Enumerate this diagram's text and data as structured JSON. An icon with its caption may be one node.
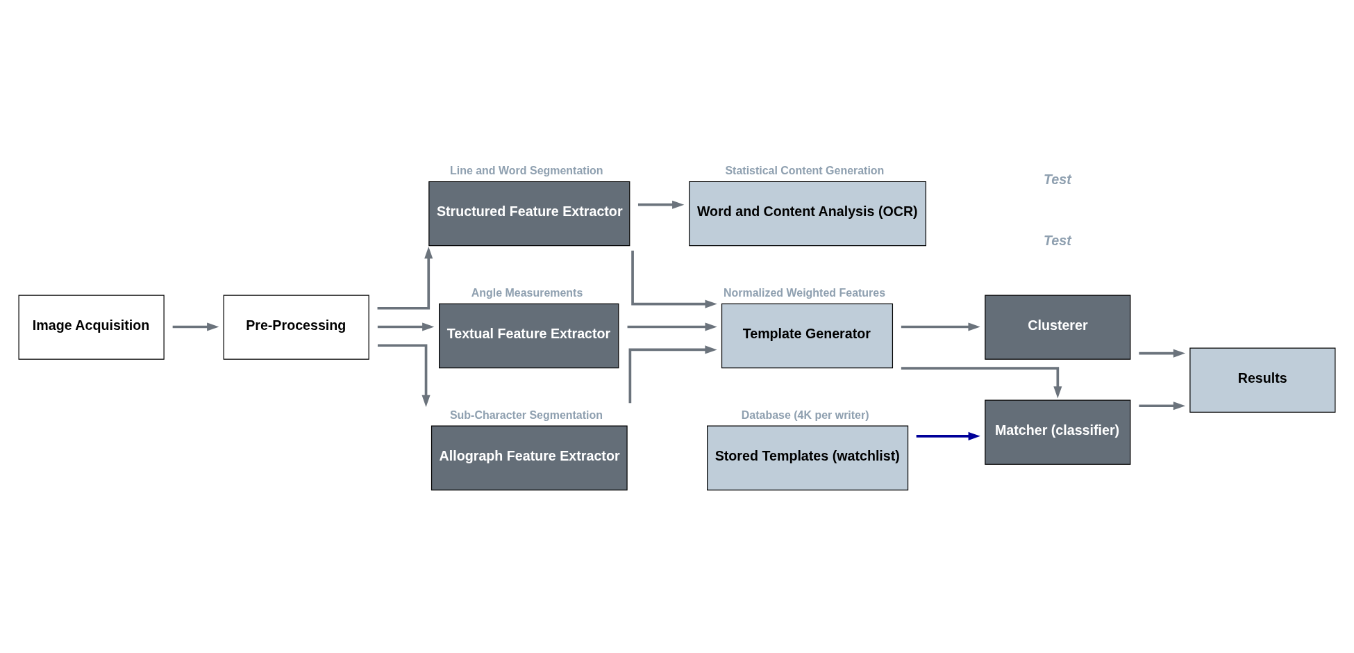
{
  "diagram": {
    "nodes": [
      {
        "text": [
          "Image Acquisition"
        ]
      },
      {
        "text": [
          "Pre-Processing"
        ]
      },
      {
        "text": [
          "Structured Feature Extractor"
        ],
        "beside": [
          "Line and Word Segmentation"
        ]
      },
      {
        "text": [
          "Textual Feature Extractor"
        ],
        "beside": [
          "Angle Measurements"
        ]
      },
      {
        "text": [
          "Allograph Feature Extractor"
        ],
        "beside": [
          "Sub-Character Segmentation"
        ]
      },
      {
        "text": [
          "Word and Content Analysis (OCR)"
        ],
        "beside": [
          "Statistical Content Generation"
        ]
      },
      {
        "text": [
          "Template Generator"
        ],
        "beside": [
          "Normalized Weighted Features"
        ]
      },
      {
        "text": [
          "Stored Templates (watchlist)"
        ],
        "beside": [
          "Database (4K per writer)"
        ]
      },
      {
        "text": [
          "Matcher (classifier)"
        ]
      },
      {
        "text": [
          "Clusterer"
        ]
      },
      {
        "text": [
          "Results"
        ]
      }
    ],
    "edges": [
      {
        "from": 0,
        "to": 1,
        "arrow": "to"
      },
      {
        "from": 1,
        "to": 2,
        "arrow": "to"
      },
      {
        "from": 1,
        "to": 3,
        "arrow": "to"
      },
      {
        "from": 1,
        "to": 4,
        "arrow": "to"
      },
      {
        "from": 2,
        "to": 5,
        "arrow": "to"
      },
      {
        "from": 2,
        "to": 6,
        "arrow": "to"
      },
      {
        "from": 3,
        "to": 6,
        "arrow": "to"
      },
      {
        "from": 4,
        "to": 6,
        "arrow": "to"
      },
      {
        "from": 7,
        "to": 8,
        "arrow": "to",
        "color": "#000099"
      },
      {
        "from": 6,
        "to": 8,
        "arrow": "to"
      },
      {
        "from": 6,
        "to": 9,
        "arrow": "to"
      },
      {
        "from": 8,
        "to": 10,
        "arrow": "to"
      },
      {
        "from": 9,
        "to": 10,
        "arrow": "to"
      }
    ],
    "labels": [
      "Test",
      "Test"
    ]
  }
}
